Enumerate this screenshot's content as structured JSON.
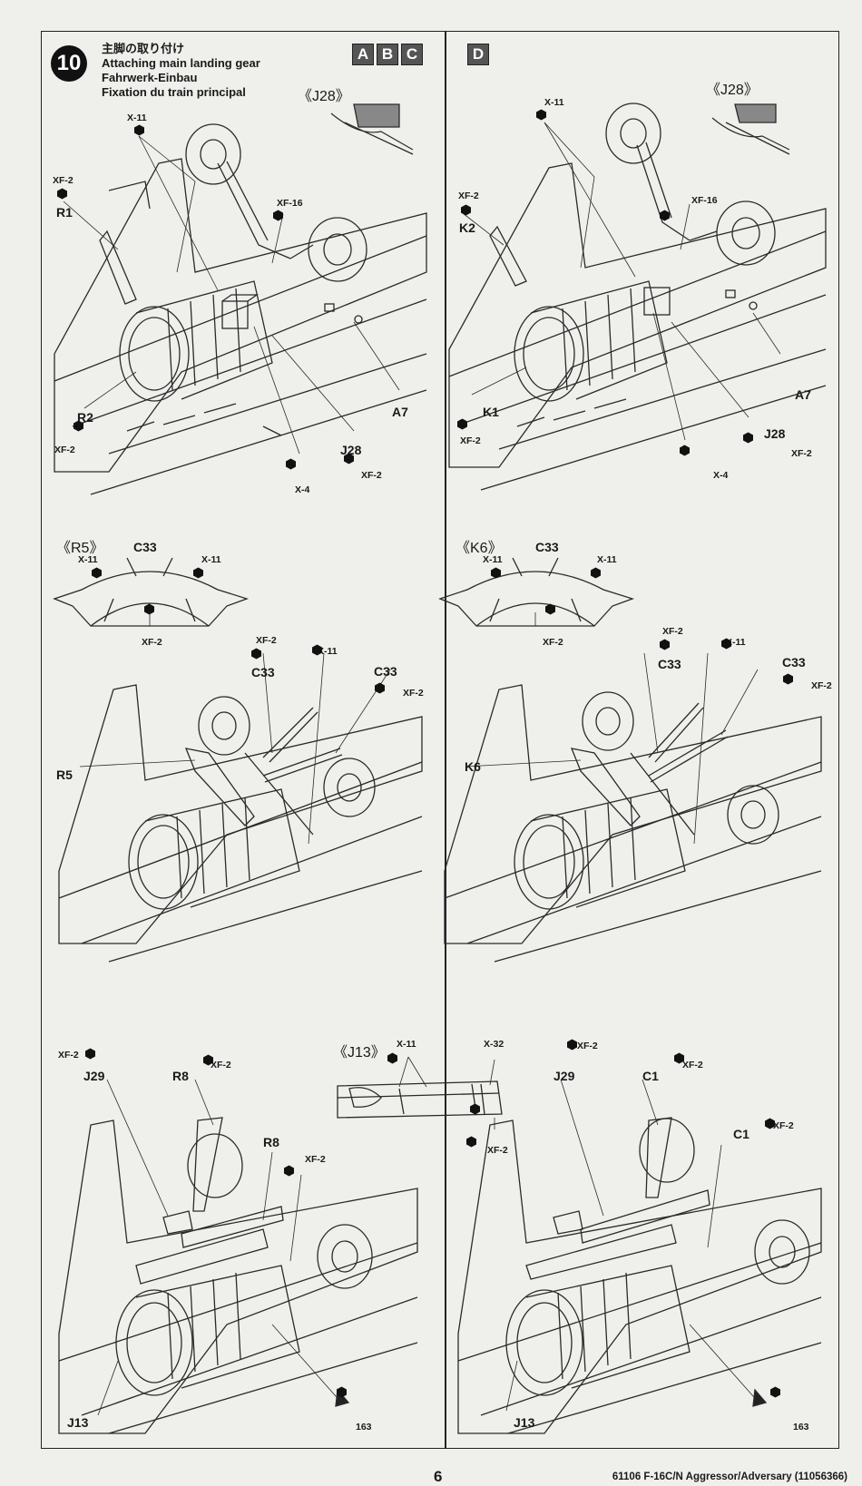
{
  "step": {
    "number": "10",
    "title_jp": "主脚の取り付け",
    "title_en": "Attaching main landing gear",
    "title_de": "Fahrwerk-Einbau",
    "title_fr": "Fixation du train principal"
  },
  "variants": {
    "left": [
      "A",
      "B",
      "C"
    ],
    "right": [
      "D"
    ]
  },
  "panel1": {
    "inset_label": "《J28》",
    "labels": {
      "x11": "X-11",
      "xf2_top": "XF-2",
      "r1": "R1",
      "xf16": "XF-16",
      "r2": "R2",
      "xf2_r2": "XF-2",
      "a7": "A7",
      "j28": "J28",
      "xf2_j28": "XF-2",
      "x4": "X-4"
    }
  },
  "panel2": {
    "inset_label": "《J28》",
    "labels": {
      "x11": "X-11",
      "xf2_top": "XF-2",
      "k2": "K2",
      "xf16": "XF-16",
      "a7": "A7",
      "k1": "K1",
      "xf2_k1": "XF-2",
      "j28": "J28",
      "xf2_j28": "XF-2",
      "x4": "X-4"
    }
  },
  "panel3": {
    "inset_label": "《R5》",
    "labels": {
      "c33_inset": "C33",
      "x11_a": "X-11",
      "x11_b": "X-11",
      "xf2_inset": "XF-2",
      "xf2_a": "XF-2",
      "c33_a": "C33",
      "x11_c": "X-11",
      "c33_b": "C33",
      "xf2_b": "XF-2",
      "r5": "R5"
    }
  },
  "panel4": {
    "inset_label": "《K6》",
    "labels": {
      "c33_inset": "C33",
      "x11_a": "X-11",
      "x11_b": "X-11",
      "xf2_inset": "XF-2",
      "xf2_a": "XF-2",
      "c33_a": "C33",
      "x11_c": "X-11",
      "c33_b": "C33",
      "xf2_b": "XF-2",
      "k6": "K6"
    }
  },
  "panel5": {
    "labels": {
      "xf2_j29": "XF-2",
      "j29": "J29",
      "r8_a": "R8",
      "xf2_r8a": "XF-2",
      "r8_b": "R8",
      "xf2_r8b": "XF-2",
      "j13": "J13",
      "ref": "163"
    }
  },
  "center_inset": {
    "label": "《J13》",
    "x11": "X-11",
    "x32": "X-32",
    "xf2": "XF-2"
  },
  "panel6": {
    "labels": {
      "xf2_j29": "XF-2",
      "j29": "J29",
      "c1_a": "C1",
      "xf2_c1a": "XF-2",
      "c1_b": "C1",
      "xf2_c1b": "XF-2",
      "j13": "J13",
      "ref": "163"
    }
  },
  "footer": {
    "page": "6",
    "code": "61106 F-16C/N Aggressor/Adversary (11056366)"
  }
}
